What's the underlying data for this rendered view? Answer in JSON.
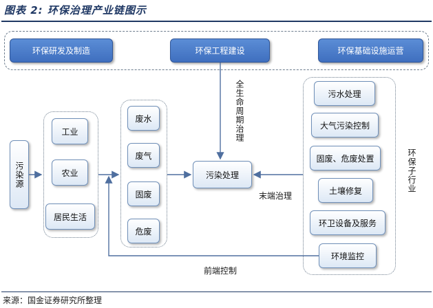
{
  "title": "图表 2:  环保治理产业链图示",
  "top_row": {
    "left": "环保研发及制造",
    "center": "环保工程建设",
    "right": "环保基础设施运营"
  },
  "lifecycle_label": "全生命周期治理",
  "source_label": "污染源",
  "sources": [
    "工业",
    "农业",
    "居民生活"
  ],
  "pollutants": [
    "废水",
    "废气",
    "固废",
    "危废"
  ],
  "center_node": "污染处理",
  "end_label": "末端治理",
  "front_label": "前端控制",
  "sub_industries": [
    "污水处理",
    "大气污染控制",
    "固废、危废处置",
    "土壤修复",
    "环卫设备及服务",
    "环境监控"
  ],
  "sub_industry_label": "环保子行业",
  "footer": "来源：国金证券研究所整理"
}
